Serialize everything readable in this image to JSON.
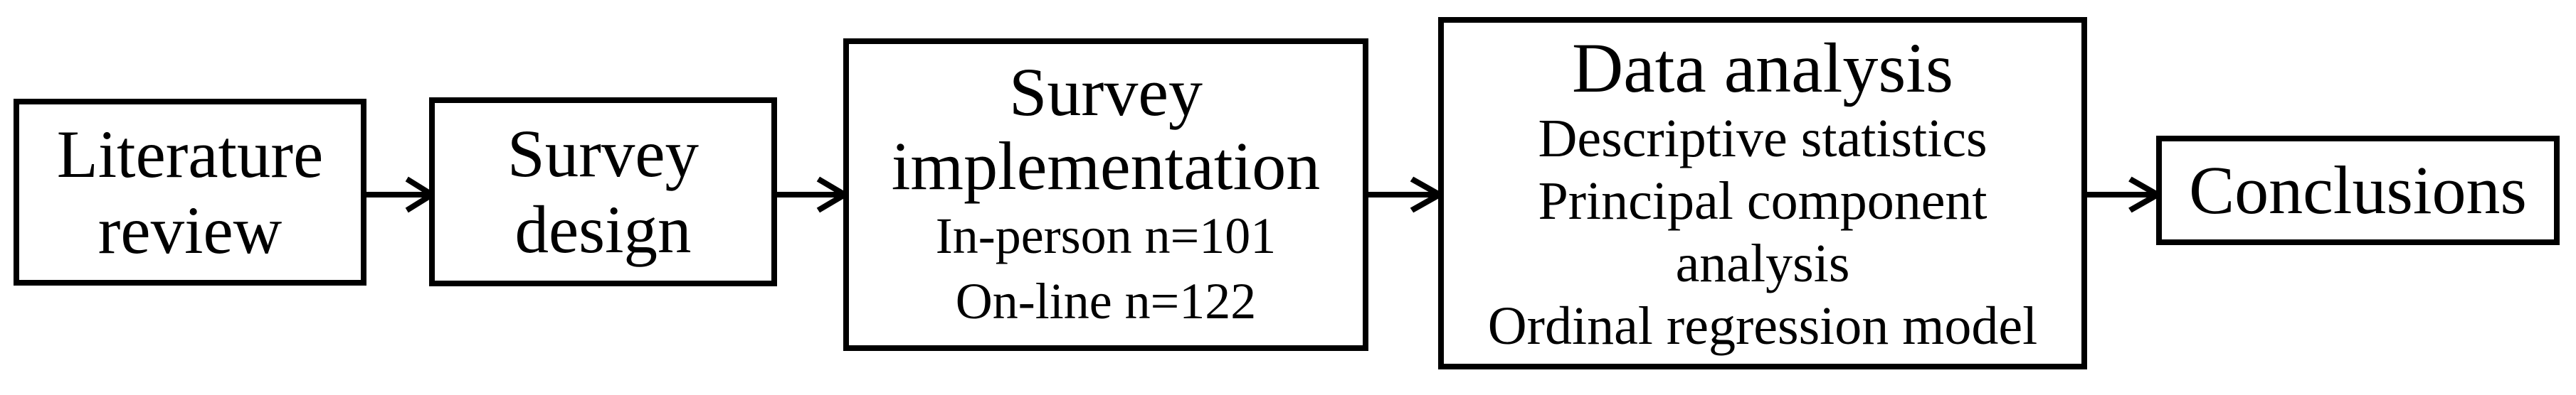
{
  "figure": {
    "type": "flowchart",
    "direction": "left-to-right",
    "background_color": "#ffffff",
    "ink_color": "#000000"
  },
  "boxes": [
    {
      "id": "literature-review",
      "lines": [
        "Literature",
        "review"
      ]
    },
    {
      "id": "survey-design",
      "lines": [
        "Survey",
        "design"
      ]
    },
    {
      "id": "survey-implementation",
      "title_lines": [
        "Survey",
        "implementation"
      ],
      "detail_lines": [
        "In-person n=101",
        "On-line n=122"
      ]
    },
    {
      "id": "data-analysis",
      "title_lines": [
        "Data analysis"
      ],
      "detail_lines": [
        "Descriptive statistics",
        "Principal component",
        "analysis",
        "Ordinal regression model"
      ]
    },
    {
      "id": "conclusions",
      "lines": [
        "Conclusions"
      ]
    }
  ],
  "connections": [
    {
      "from": "literature-review",
      "to": "survey-design"
    },
    {
      "from": "survey-design",
      "to": "survey-implementation"
    },
    {
      "from": "survey-implementation",
      "to": "data-analysis"
    },
    {
      "from": "data-analysis",
      "to": "conclusions"
    }
  ]
}
